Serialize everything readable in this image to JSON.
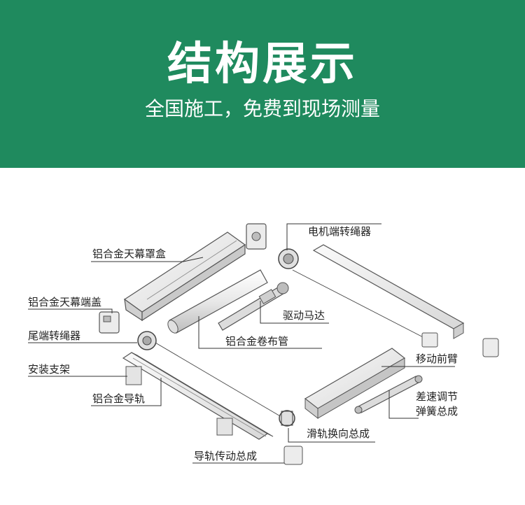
{
  "header": {
    "title": "结构展示",
    "subtitle": "全国施工，免费到现场测量"
  },
  "labels": {
    "aluminum_awning_box": "铝合金天幕罩盒",
    "aluminum_awning_end_cap": "铝合金天幕端盖",
    "tail_rope_rotator": "尾端转绳器",
    "mounting_bracket": "安装支架",
    "aluminum_guide_rail": "铝合金导轨",
    "guide_rail_drive_assembly": "导轨传动总成",
    "motor_rope_rotator": "电机端转绳器",
    "drive_motor": "驱动马达",
    "aluminum_roller_tube": "铝合金卷布管",
    "moving_front_arm": "移动前臂",
    "differential_spring_line1": "差速调节",
    "differential_spring_line2": "弹簧总成",
    "slide_rail_reversing_assembly": "滑轨换向总成"
  },
  "colors": {
    "banner": "#1f8a5e",
    "line": "#333333",
    "part_fill": "#f2f2f2",
    "part_stroke": "#555555"
  }
}
